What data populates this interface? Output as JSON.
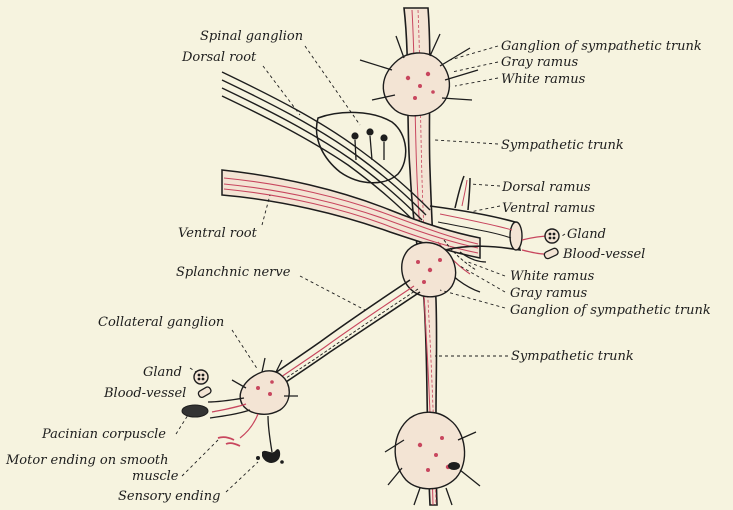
{
  "labels": {
    "spinal_ganglion": "Spinal ganglion",
    "dorsal_root": "Dorsal root",
    "ventral_root": "Ventral root",
    "splanchnic_nerve": "Splanchnic nerve",
    "collateral_ganglion": "Collateral ganglion",
    "gland_left": "Gland",
    "blood_vessel_left": "Blood-vessel",
    "pacinian_corpuscle": "Pacinian corpuscle",
    "motor_ending_line1": "Motor ending on smooth",
    "motor_ending_line2": "muscle",
    "sensory_ending": "Sensory ending",
    "ganglion_sympathetic_trunk_top": "Ganglion of sympathetic trunk",
    "gray_ramus_top": "Gray ramus",
    "white_ramus_top": "White ramus",
    "sympathetic_trunk_top": "Sympathetic trunk",
    "dorsal_ramus": "Dorsal ramus",
    "ventral_ramus": "Ventral ramus",
    "gland_right": "Gland",
    "blood_vessel_right": "Blood-vessel",
    "white_ramus_bottom": "White ramus",
    "gray_ramus_bottom": "Gray ramus",
    "ganglion_sympathetic_trunk_bottom": "Ganglion of sympathetic trunk",
    "sympathetic_trunk_bottom": "Sympathetic trunk"
  },
  "colors": {
    "background": "#f6f3df",
    "ink": "#1d1d1d",
    "fiber_red": "#c8465e",
    "nerve_fill": "#f3e4d4"
  }
}
